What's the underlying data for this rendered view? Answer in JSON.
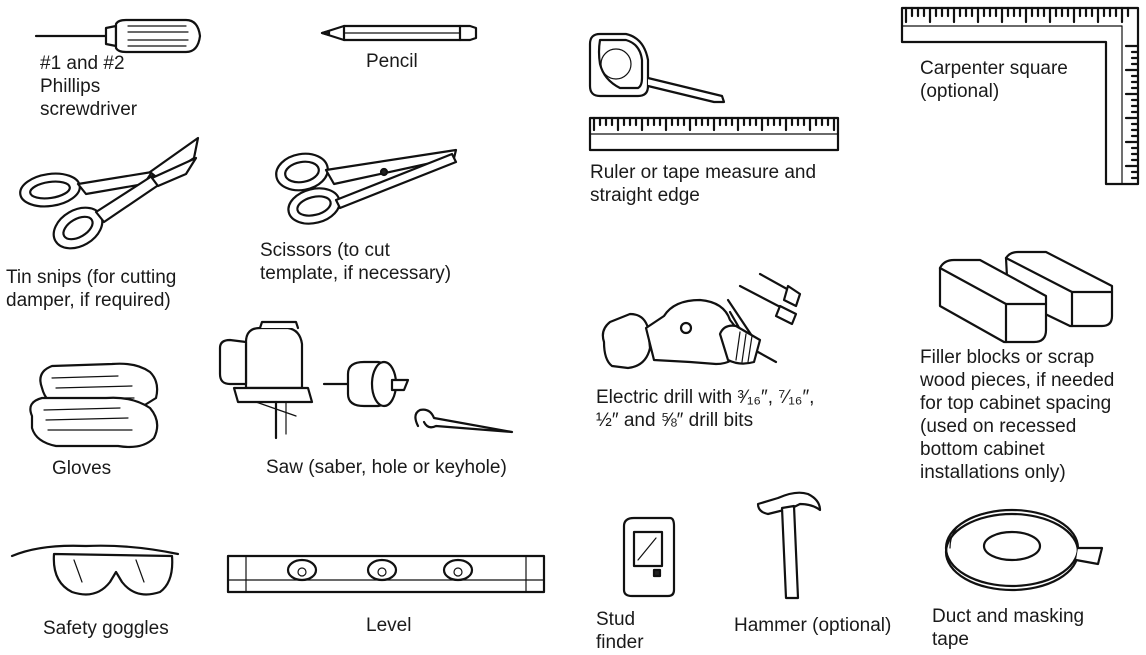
{
  "tools": [
    {
      "id": "screwdriver",
      "label": "#1 and #2\nPhillips\nscrewdriver",
      "icon": "screwdriver-icon"
    },
    {
      "id": "pencil",
      "label": "Pencil",
      "icon": "pencil-icon"
    },
    {
      "id": "tape-measure",
      "label": "Ruler or tape measure and\nstraight edge",
      "icon": "tape-measure-icon"
    },
    {
      "id": "carpenter-square",
      "label": "Carpenter square\n(optional)",
      "icon": "carpenter-square-icon"
    },
    {
      "id": "tin-snips",
      "label": "Tin snips (for cutting\ndamper, if required)",
      "icon": "tin-snips-icon"
    },
    {
      "id": "scissors",
      "label": "Scissors (to cut\ntemplate, if necessary)",
      "icon": "scissors-icon"
    },
    {
      "id": "filler-blocks",
      "label": "Filler blocks or scrap\nwood pieces, if needed\nfor top cabinet spacing\n(used on recessed\nbottom cabinet\ninstallations only)",
      "icon": "wood-blocks-icon"
    },
    {
      "id": "electric-drill",
      "label": "Electric drill with ³⁄₁₆″,  ⁷⁄₁₆″,\n½″ and ⅝″ drill bits",
      "icon": "drill-icon"
    },
    {
      "id": "gloves",
      "label": "Gloves",
      "icon": "gloves-icon"
    },
    {
      "id": "saw",
      "label": "Saw (saber, hole or keyhole)",
      "icon": "saw-icon"
    },
    {
      "id": "safety-goggles",
      "label": "Safety goggles",
      "icon": "goggles-icon"
    },
    {
      "id": "level",
      "label": "Level",
      "icon": "level-icon"
    },
    {
      "id": "stud-finder",
      "label": "Stud\nfinder",
      "icon": "stud-finder-icon"
    },
    {
      "id": "hammer",
      "label": "Hammer (optional)",
      "icon": "hammer-icon"
    },
    {
      "id": "tape",
      "label": "Duct and masking\ntape",
      "icon": "tape-roll-icon"
    }
  ]
}
